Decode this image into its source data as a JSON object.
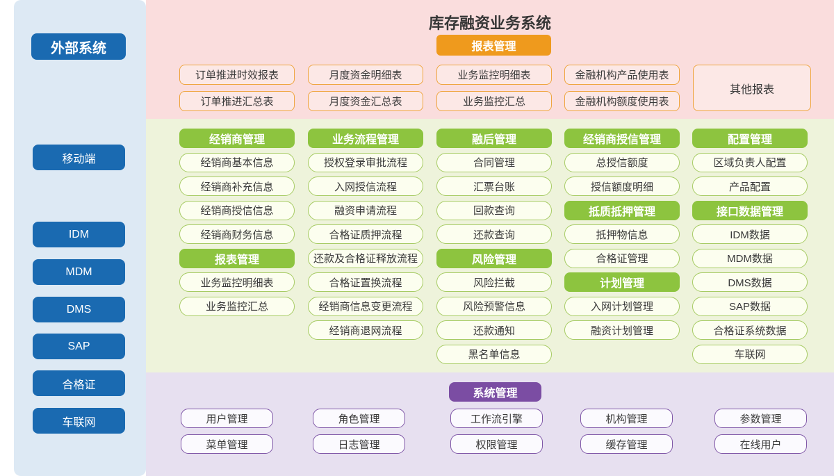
{
  "main": {
    "title": "库存融资业务系统"
  },
  "sidebar": {
    "title": "外部系统",
    "items": [
      "移动端",
      "IDM",
      "MDM",
      "DMS",
      "SAP",
      "合格证",
      "车联网"
    ]
  },
  "reports": {
    "header": "报表管理",
    "columns": [
      [
        "订单推进时效报表",
        "订单推进汇总表"
      ],
      [
        "月度资金明细表",
        "月度资金汇总表"
      ],
      [
        "业务监控明细表",
        "业务监控汇总"
      ],
      [
        "金融机构产品使用表",
        "金融机构额度使用表"
      ]
    ],
    "other": "其他报表"
  },
  "modules": {
    "columns": [
      {
        "cells": [
          {
            "t": "h",
            "label": "经销商管理"
          },
          {
            "t": "i",
            "label": "经销商基本信息"
          },
          {
            "t": "i",
            "label": "经销商补充信息"
          },
          {
            "t": "i",
            "label": "经销商授信信息"
          },
          {
            "t": "i",
            "label": "经销商财务信息"
          },
          {
            "t": "h",
            "label": "报表管理"
          },
          {
            "t": "i",
            "label": "业务监控明细表"
          },
          {
            "t": "i",
            "label": "业务监控汇总"
          }
        ]
      },
      {
        "cells": [
          {
            "t": "h",
            "label": "业务流程管理"
          },
          {
            "t": "i",
            "label": "授权登录审批流程"
          },
          {
            "t": "i",
            "label": "入网授信流程"
          },
          {
            "t": "i",
            "label": "融资申请流程"
          },
          {
            "t": "i",
            "label": "合格证质押流程"
          },
          {
            "t": "i",
            "label": "还款及合格证释放流程"
          },
          {
            "t": "i",
            "label": "合格证置换流程"
          },
          {
            "t": "i",
            "label": "经销商信息变更流程"
          },
          {
            "t": "i",
            "label": "经销商退网流程"
          }
        ]
      },
      {
        "cells": [
          {
            "t": "h",
            "label": "融后管理"
          },
          {
            "t": "i",
            "label": "合同管理"
          },
          {
            "t": "i",
            "label": "汇票台账"
          },
          {
            "t": "i",
            "label": "回款查询"
          },
          {
            "t": "i",
            "label": "还款查询"
          },
          {
            "t": "h",
            "label": "风险管理"
          },
          {
            "t": "i",
            "label": "风险拦截"
          },
          {
            "t": "i",
            "label": "风险预警信息"
          },
          {
            "t": "i",
            "label": "还款通知"
          },
          {
            "t": "i",
            "label": "黑名单信息"
          }
        ]
      },
      {
        "cells": [
          {
            "t": "h",
            "label": "经销商授信管理"
          },
          {
            "t": "i",
            "label": "总授信额度"
          },
          {
            "t": "i",
            "label": "授信额度明细"
          },
          {
            "t": "h",
            "label": "抵质抵押管理"
          },
          {
            "t": "i",
            "label": "抵押物信息"
          },
          {
            "t": "i",
            "label": "合格证管理"
          },
          {
            "t": "h",
            "label": "计划管理"
          },
          {
            "t": "i",
            "label": "入网计划管理"
          },
          {
            "t": "i",
            "label": "融资计划管理"
          }
        ]
      },
      {
        "cells": [
          {
            "t": "h",
            "label": "配置管理"
          },
          {
            "t": "i",
            "label": "区域负责人配置"
          },
          {
            "t": "i",
            "label": "产品配置"
          },
          {
            "t": "h",
            "label": "接口数据管理"
          },
          {
            "t": "i",
            "label": "IDM数据"
          },
          {
            "t": "i",
            "label": "MDM数据"
          },
          {
            "t": "i",
            "label": "DMS数据"
          },
          {
            "t": "i",
            "label": "SAP数据"
          },
          {
            "t": "i",
            "label": "合格证系统数据"
          },
          {
            "t": "i",
            "label": "车联网"
          }
        ]
      }
    ]
  },
  "system": {
    "header": "系统管理",
    "columns": [
      [
        "用户管理",
        "菜单管理"
      ],
      [
        "角色管理",
        "日志管理"
      ],
      [
        "工作流引擎",
        "权限管理"
      ],
      [
        "机构管理",
        "缓存管理"
      ],
      [
        "参数管理",
        "在线用户"
      ]
    ]
  },
  "colors": {
    "external_blue": "#1a6ab1",
    "reports_orange": "#ef9a1d",
    "module_green": "#8dc43f",
    "system_purple": "#7b4da3",
    "pink_band": "#fadddd",
    "green_band": "#eef3db",
    "purple_band": "#e7e0f0",
    "sidebar_bg": "#dde9f4"
  }
}
